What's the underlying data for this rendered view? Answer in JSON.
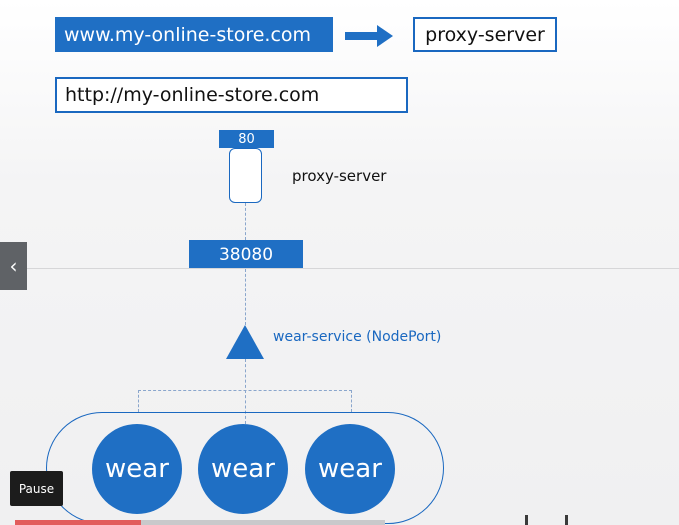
{
  "top_row": {
    "url_text": "www.my-online-store.com",
    "proxy_text": "proxy-server"
  },
  "http_box": {
    "text": "http://my-online-store.com"
  },
  "proxy": {
    "port": "80",
    "label": "proxy-server"
  },
  "node_port": {
    "value": "38080"
  },
  "service": {
    "label": "wear-service (NodePort)"
  },
  "pods": [
    {
      "label": "wear"
    },
    {
      "label": "wear"
    },
    {
      "label": "wear"
    }
  ],
  "controls": {
    "nav_icon": "chevron-left-icon",
    "nav_glyph": "‹",
    "pause_label": "Pause",
    "progress": 0.34
  },
  "colors": {
    "accent": "#1f6fc4",
    "border": "#1a68c0",
    "progress": "#e25c5c"
  }
}
